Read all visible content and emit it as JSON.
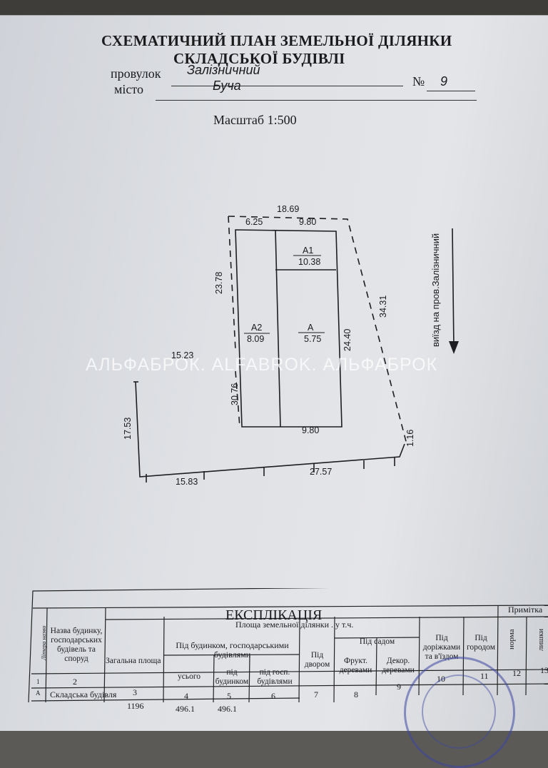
{
  "document": {
    "title_line1": "СХЕМАТИЧНИЙ ПЛАН ЗЕМЕЛЬНОЇ ДІЛЯНКИ",
    "title_line2": "СКЛАДСЬКОЇ БУДІВЛІ",
    "street_label": "провулок",
    "street_value": "Залізничний",
    "number_label": "№",
    "number_value": "9",
    "city_label": "місто",
    "city_value": "Буча",
    "scale": "Масштаб 1:500"
  },
  "plan": {
    "dimensions": {
      "top_total": "18.69",
      "top_left": "6.25",
      "top_right": "9.80",
      "left_upper": "23.78",
      "right_slope": "34.31",
      "right_inner": "24.40",
      "left_lower": "30.76",
      "bottom_inner": "9.80",
      "lower_top": "15.23",
      "lower_left": "17.53",
      "bottom_left": "15.83",
      "bottom_right": "27.57",
      "right_lower": "1.16"
    },
    "buildings": [
      {
        "label": "А1",
        "height": "10.38"
      },
      {
        "label": "А2",
        "height": "8.09"
      },
      {
        "label": "А",
        "height": "5.75"
      }
    ],
    "entrance": "виїзд на пров.Залізничний"
  },
  "watermark": "АЛЬФАБРОК. ALFABROK. АЛЬФАБРОК",
  "explication": {
    "title": "ЕКСПЛІКАЦІЯ",
    "note_header": "Примітка",
    "area_header": "Площа земельної ділянки . у т.ч.",
    "col_letter": "Літера назви",
    "col_name": "Назва будинку, господарських будівель та споруд",
    "col_total": "Загальна площа",
    "col_under_buildings": "Під будинком, господарськими будівлями",
    "col_total_sub": "усього",
    "col_under_house": "під будинком",
    "col_under_aux": "під госп. будівлями",
    "col_yard": "Під двором",
    "col_garden": "Під садом",
    "col_fruit": "Фрукт. деревами",
    "col_decor": "Декор. деревами",
    "col_roads": "Під доріжками та в'їздом",
    "col_vegetable": "Під городом",
    "col_norm": "норма",
    "col_excess": "лишки",
    "numbers": [
      "1",
      "2",
      "3",
      "4",
      "5",
      "6",
      "7",
      "8",
      "9",
      "10",
      "11",
      "12",
      "13"
    ],
    "row": {
      "letter": "А",
      "name": "Складська будівля",
      "total": "1196",
      "built_total": "496.1",
      "under_house": "496.1"
    }
  }
}
